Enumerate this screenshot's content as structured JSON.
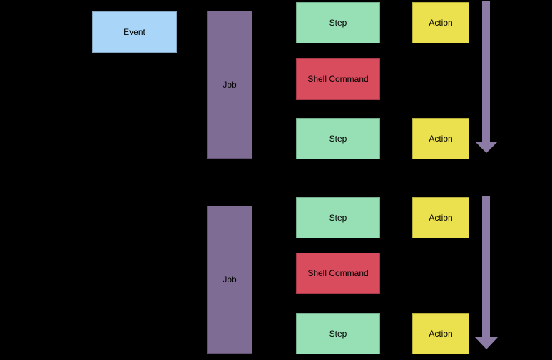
{
  "background": "#000000",
  "colors": {
    "event": "#A9D6F8",
    "job": "#7F6C95",
    "step": "#97E0B5",
    "shell_command": "#D94C5E",
    "action": "#EBE04D",
    "arrow": "#8B7BA5",
    "text": "#000000"
  },
  "event": {
    "label": "Event"
  },
  "jobs": [
    {
      "label": "Job",
      "items": [
        {
          "kind": "step",
          "label": "Step"
        },
        {
          "kind": "shell-command",
          "label": "Shell Command"
        },
        {
          "kind": "step",
          "label": "Step"
        }
      ],
      "actions": [
        {
          "label": "Action"
        },
        {
          "label": "Action"
        }
      ]
    },
    {
      "label": "Job",
      "items": [
        {
          "kind": "step",
          "label": "Step"
        },
        {
          "kind": "shell-command",
          "label": "Shell Command"
        },
        {
          "kind": "step",
          "label": "Step"
        }
      ],
      "actions": [
        {
          "label": "Action"
        },
        {
          "label": "Action"
        }
      ]
    }
  ]
}
